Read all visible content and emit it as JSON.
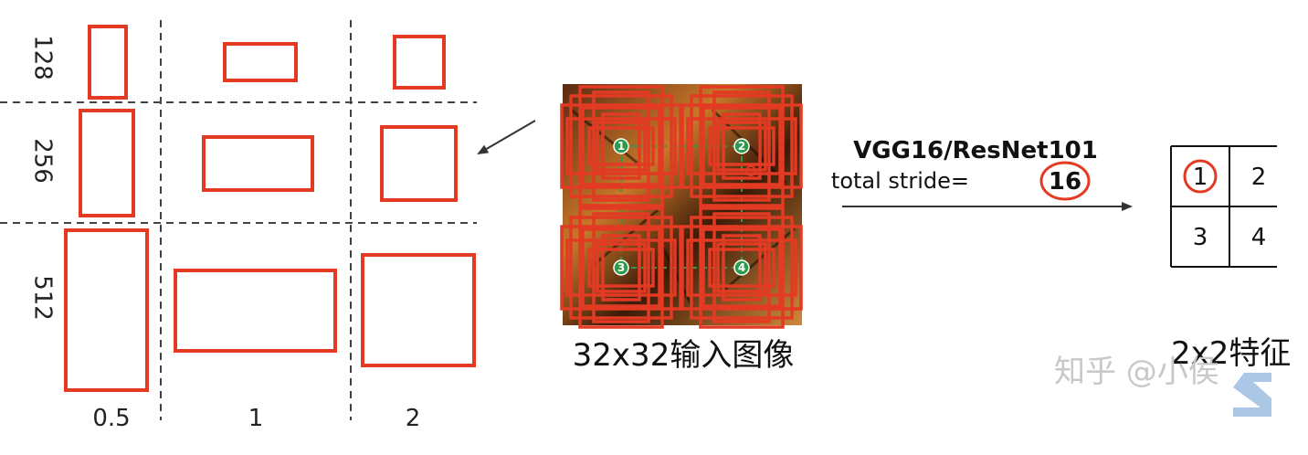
{
  "anchor_grid": {
    "scale_labels": [
      "128",
      "256",
      "512"
    ],
    "ratio_labels": [
      "0.5",
      "1",
      "2"
    ]
  },
  "input_image": {
    "caption": "32x32输入图像",
    "points": [
      "1",
      "2",
      "3",
      "4"
    ]
  },
  "network": {
    "title": "VGG16/ResNet101",
    "stride_label": "total stride=",
    "stride_value": "16"
  },
  "feature_map": {
    "cells": [
      "1",
      "2",
      "3",
      "4"
    ],
    "caption": "2x2特征"
  },
  "watermark": {
    "text": "知乎 @小侯"
  },
  "colors": {
    "anchor": "#e23a23",
    "badge": "#2e9b4a",
    "arrow": "#333333",
    "grid_dash": "#444444"
  }
}
